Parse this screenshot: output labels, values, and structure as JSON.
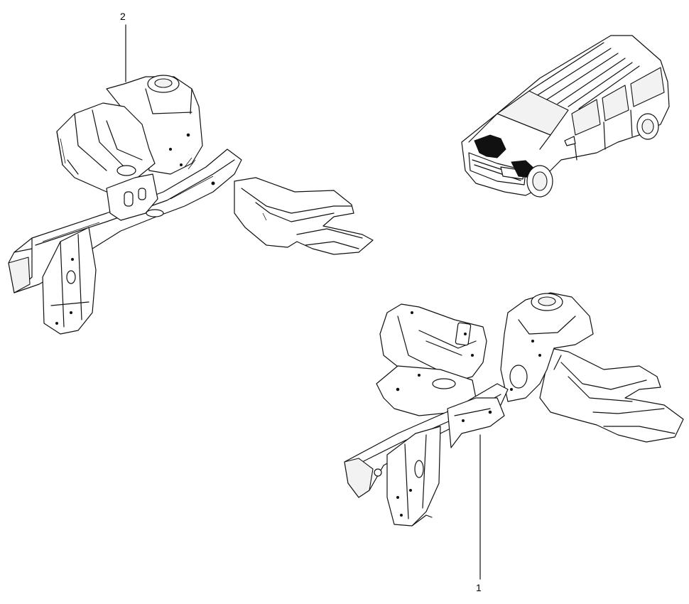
{
  "callouts": {
    "part_1": "1",
    "part_2": "2"
  },
  "icons": {
    "vehicle": "vehicle-location-icon",
    "assembly_1": "front-side-member-assembly",
    "assembly_2": "front-side-member-assembly"
  }
}
